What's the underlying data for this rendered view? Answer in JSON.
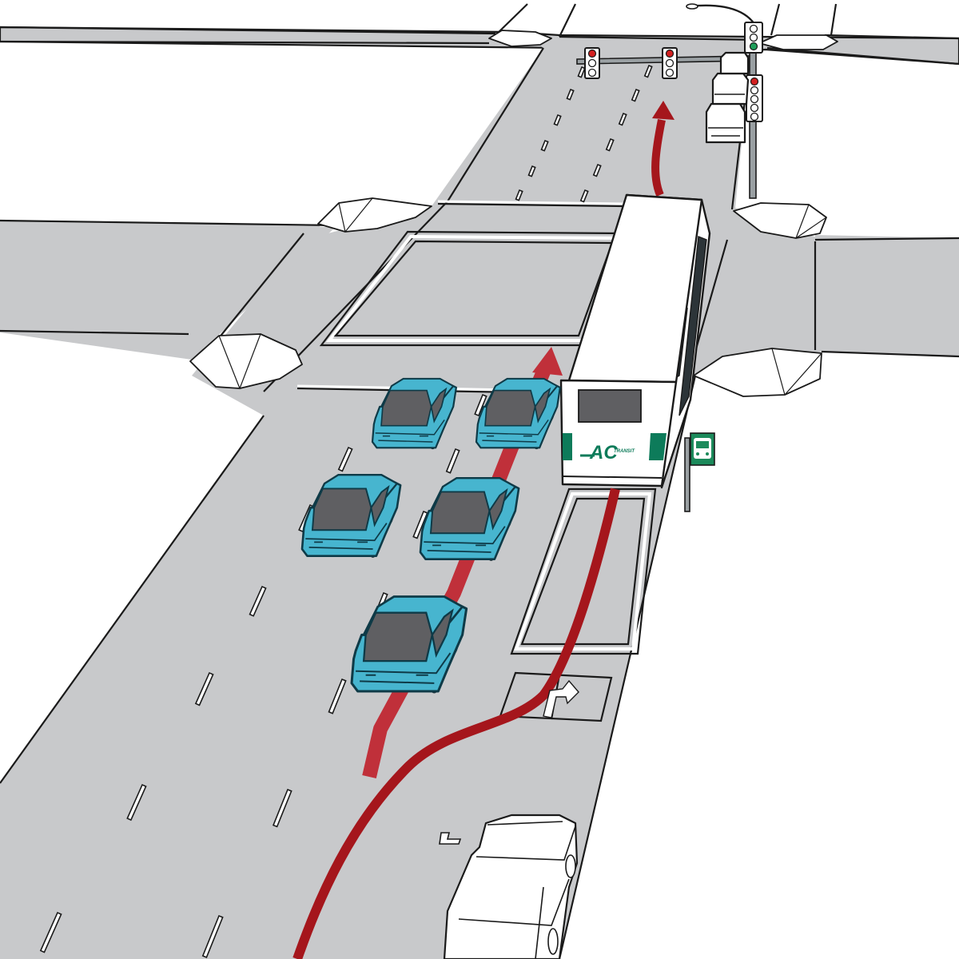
{
  "scene": {
    "colors": {
      "road": "#c8c9cb",
      "sidewalk": "#ffffff",
      "outline": "#1a1a1a",
      "car_queue": "#47b5cf",
      "car_glass": "#5f5f62",
      "bus_path": "#a5161c",
      "car_path": "#c0303a",
      "transit_green": "#0d7b5a",
      "signal_red": "#d32020",
      "signal_green": "#1e9e5a"
    },
    "bus": {
      "logo_letters": "AC",
      "logo_word": "TRANSIT",
      "icon": "bus-icon"
    },
    "bus_stop_sign": {
      "icon": "bus-stop-icon"
    },
    "signals": [
      {
        "name": "overhead-signal-left",
        "lit": "red"
      },
      {
        "name": "overhead-signal-right",
        "lit": "red"
      },
      {
        "name": "corner-signal-tall",
        "lit": "green"
      },
      {
        "name": "corner-signal-lower",
        "lit": "red"
      }
    ],
    "paths": [
      {
        "name": "bus-route-arrow",
        "color": "#a5161c"
      },
      {
        "name": "car-lane-arrow",
        "color": "#c0303a"
      }
    ],
    "lane_marking": {
      "icon": "right-turn-arrow-icon"
    }
  }
}
